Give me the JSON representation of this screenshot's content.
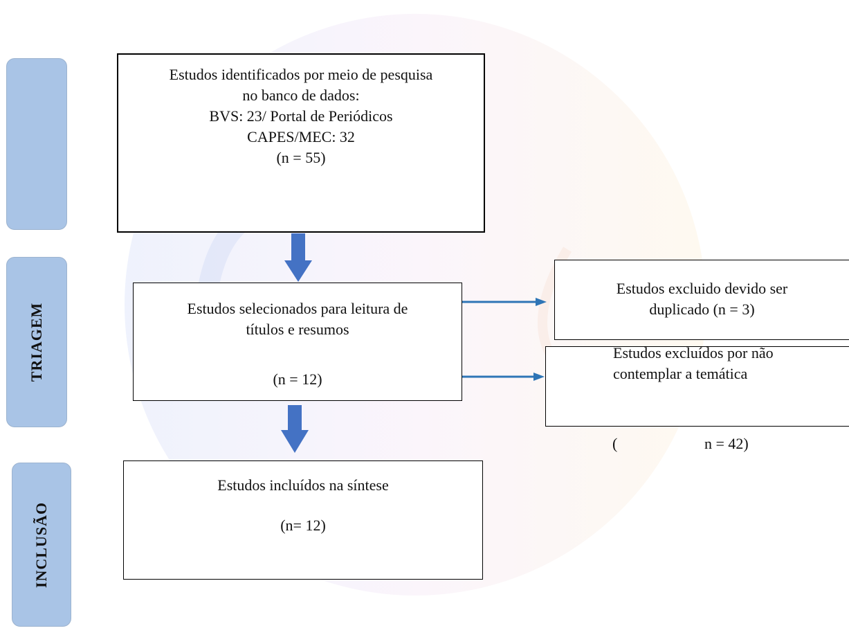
{
  "phases": {
    "identificacao": {
      "label": ""
    },
    "triagem": {
      "label": "TRIAGEM"
    },
    "inclusao": {
      "label": "INCLUSÃO"
    }
  },
  "boxes": {
    "identified": {
      "lines": [
        "Estudos identificados por meio de pesquisa",
        "no banco de dados:",
        "BVS: 23/  Portal de Periódicos",
        "CAPES/MEC: 32",
        "(n = 55)"
      ]
    },
    "screened": {
      "lines": [
        "Estudos selecionados para leitura de",
        "títulos e resumos"
      ],
      "count": "(n = 12)"
    },
    "excluded_duplicates": {
      "lines": [
        "Estudos excluido devido ser",
        "duplicado   (n = 3)"
      ]
    },
    "excluded_theme": {
      "lines": [
        "Estudos excluídos por não",
        "contemplar a temática"
      ],
      "count_open": "(",
      "count_value": "n = 42)"
    },
    "included": {
      "title": "Estudos incluídos na síntese",
      "count": "(n= 12)"
    }
  },
  "colors": {
    "phase_fill": "#a9c4e6",
    "arrow_blue": "#4472c4",
    "connector_blue": "#2e75b6",
    "box_border": "#000000"
  }
}
